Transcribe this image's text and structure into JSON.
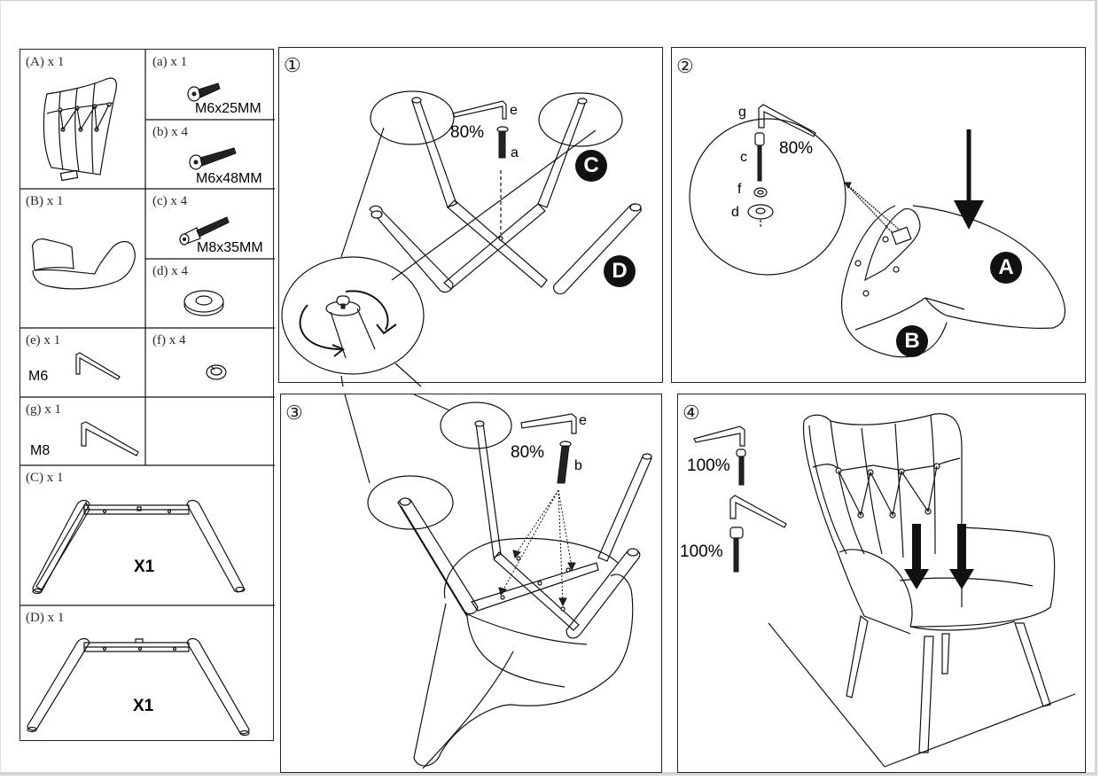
{
  "parts": [
    {
      "id": "A",
      "label": "(A) x 1",
      "name": "backrest"
    },
    {
      "id": "a",
      "label": "(a) x 1",
      "spec": "M6x25MM",
      "name": "bolt"
    },
    {
      "id": "b",
      "label": "(b) x 4",
      "spec": "M6x48MM",
      "name": "bolt"
    },
    {
      "id": "B",
      "label": "(B) x 1",
      "name": "seat"
    },
    {
      "id": "c",
      "label": "(c) x 4",
      "spec": "M8x35MM",
      "name": "bolt"
    },
    {
      "id": "d",
      "label": "(d) x 4",
      "name": "flat-washer"
    },
    {
      "id": "e",
      "label": "(e) x 1",
      "spec": "M6",
      "name": "allen-key"
    },
    {
      "id": "f",
      "label": "(f) x 4",
      "name": "spring-washer"
    },
    {
      "id": "g",
      "label": "(g) x 1",
      "spec": "M8",
      "name": "allen-key"
    },
    {
      "id": "C",
      "label": "(C) x 1",
      "qty": "X1",
      "name": "leg-frame"
    },
    {
      "id": "D",
      "label": "(D) x 1",
      "qty": "X1",
      "name": "leg-frame"
    }
  ],
  "steps": [
    {
      "number": "①",
      "tightness": "80%",
      "tool": "e",
      "hardware": "a",
      "badges": [
        "C",
        "D"
      ]
    },
    {
      "number": "②",
      "tightness": "80%",
      "tool": "g",
      "hardware": [
        "c",
        "f",
        "d"
      ],
      "badges": [
        "A",
        "B"
      ]
    },
    {
      "number": "③",
      "tightness": "80%",
      "tool": "e",
      "hardware": "b"
    },
    {
      "number": "④",
      "tightness_top": "100%",
      "tightness_bottom": "100%"
    }
  ]
}
